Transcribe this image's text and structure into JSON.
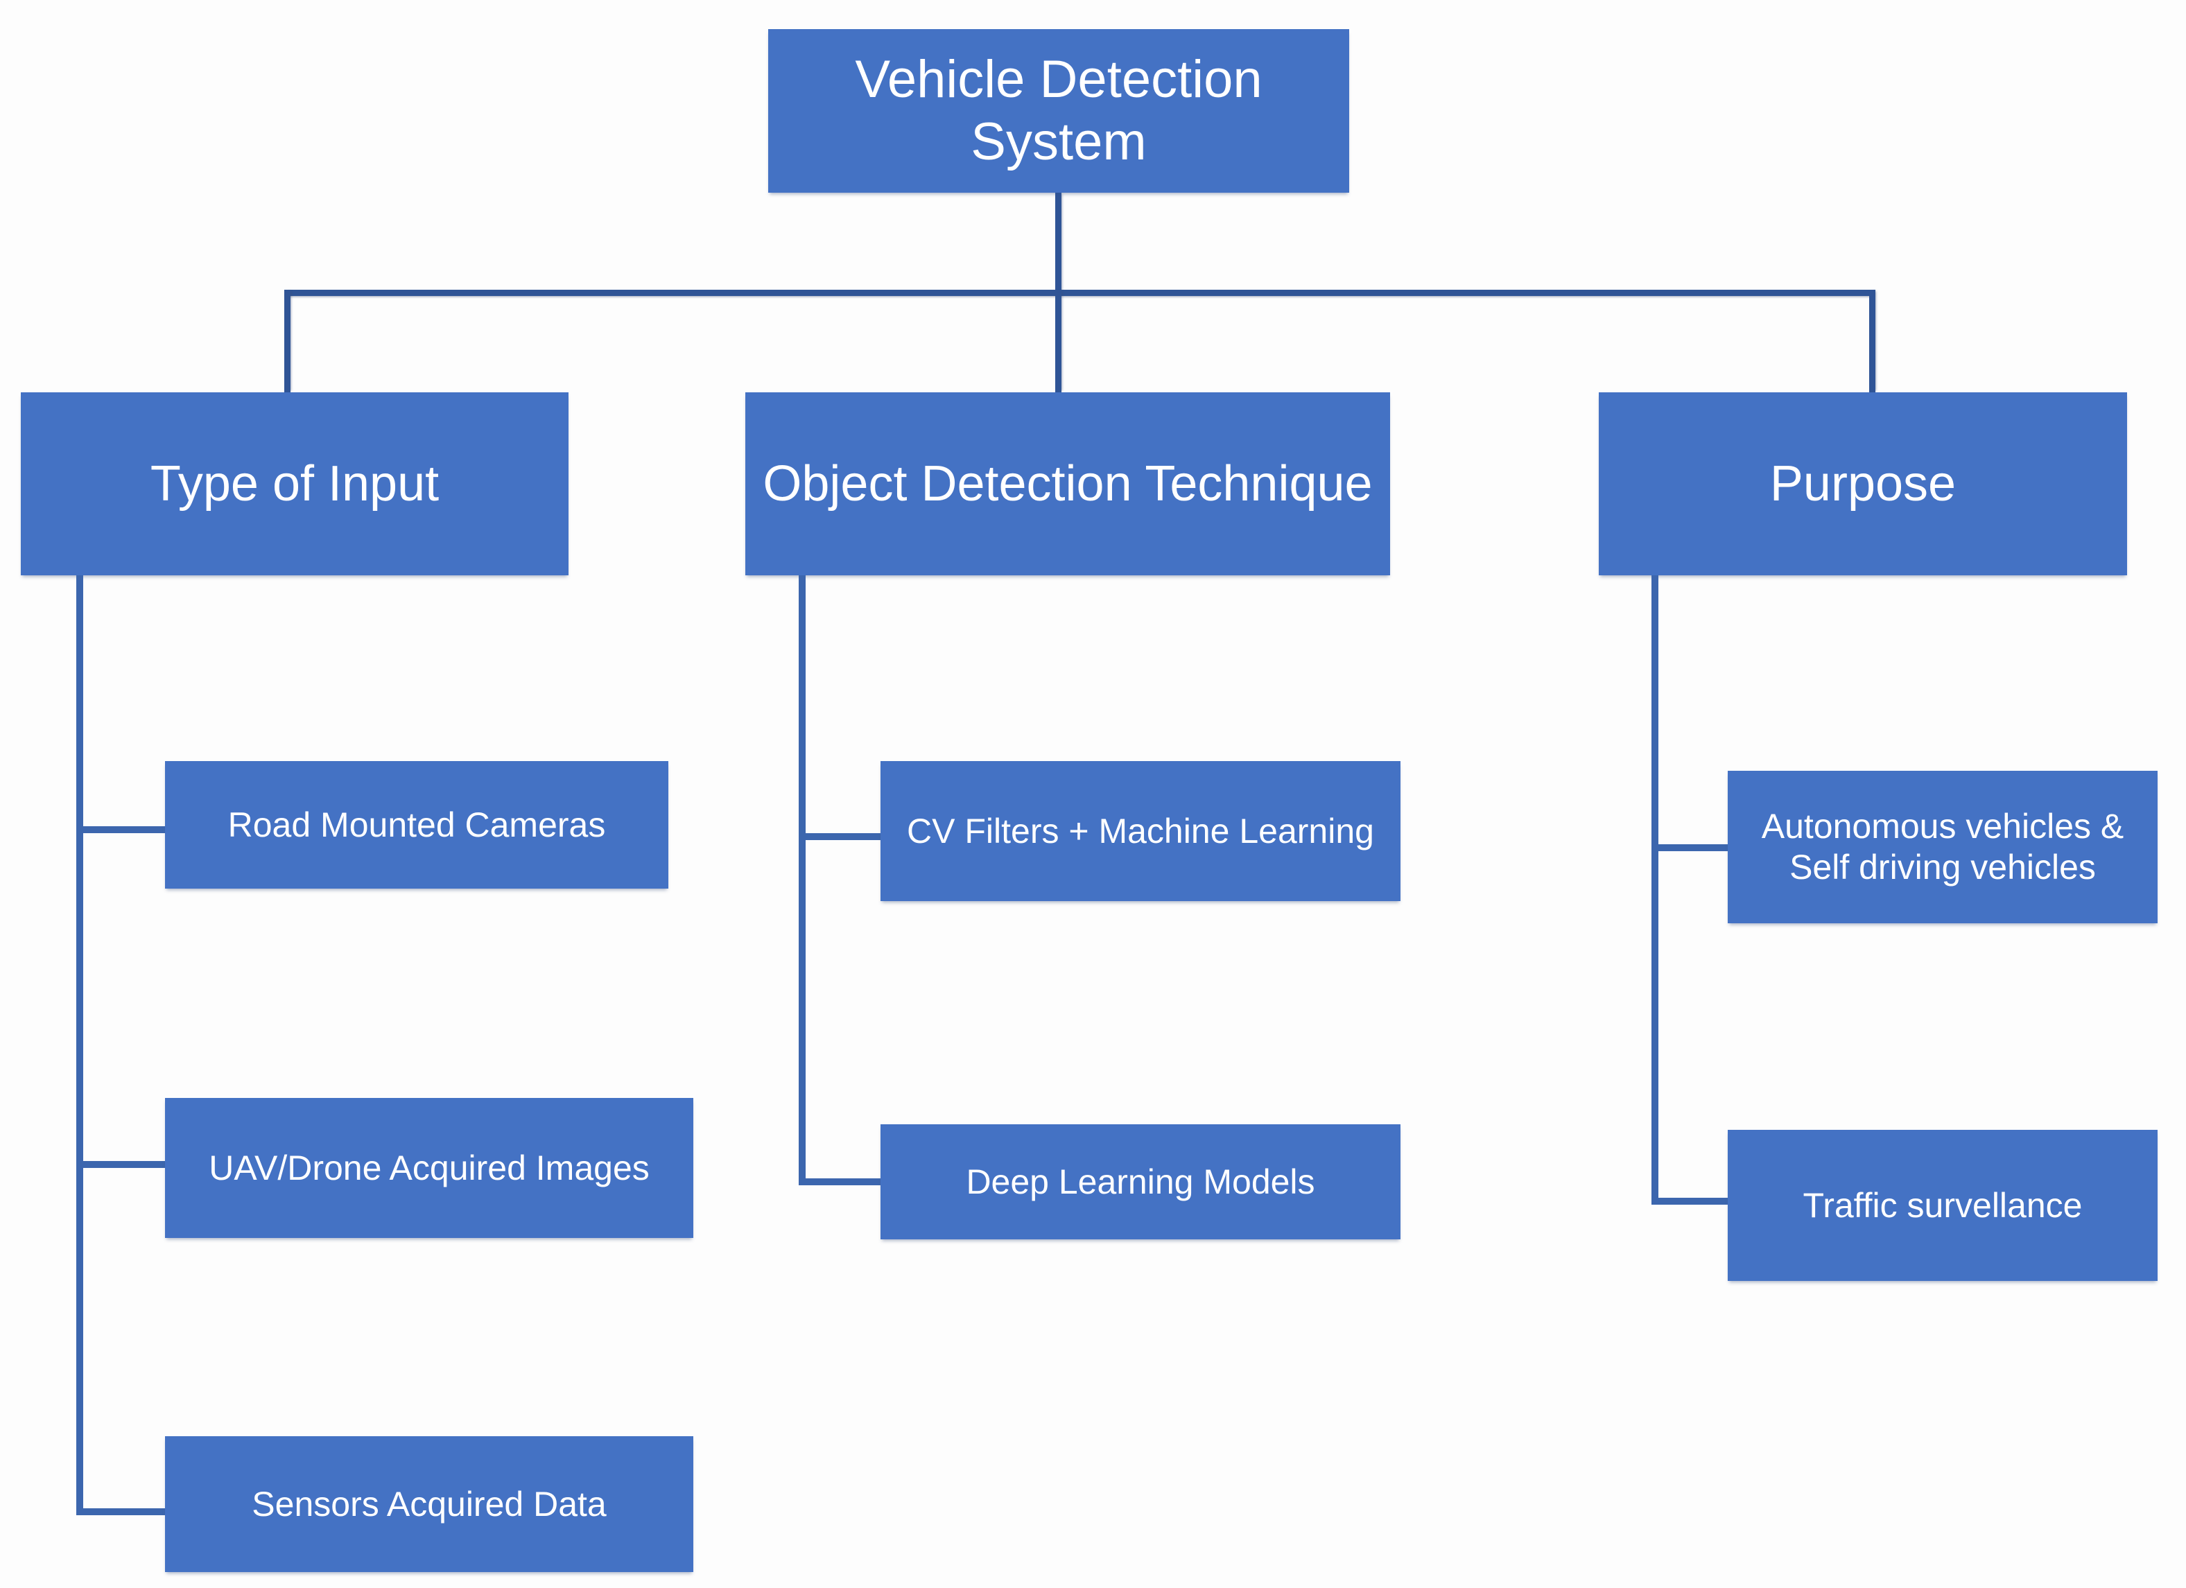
{
  "diagram": {
    "title": "Vehicle Detection System",
    "type": "tree",
    "colors": {
      "node_fill": "#4472C4",
      "node_text": "#FFFFFF",
      "connector": "#2F5496",
      "background": "#FFFFFF"
    },
    "root": {
      "label": "Vehicle Detection System"
    },
    "branches": [
      {
        "label": "Type of Input",
        "children": [
          {
            "label": "Road Mounted Cameras"
          },
          {
            "label": "UAV/Drone Acquired Images"
          },
          {
            "label": "Sensors Acquired Data"
          }
        ]
      },
      {
        "label": "Object Detection Technique",
        "children": [
          {
            "label": "CV Filters + Machine Learning"
          },
          {
            "label": "Deep Learning Models"
          }
        ]
      },
      {
        "label": "Purpose",
        "children": [
          {
            "label": "Autonomous vehicles & Self driving vehicles"
          },
          {
            "label": "Traffic survellance"
          }
        ]
      }
    ]
  }
}
